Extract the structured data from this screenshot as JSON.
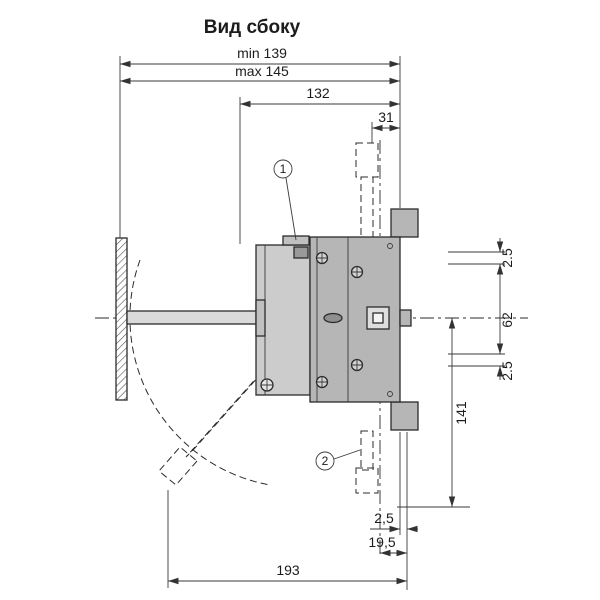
{
  "title": "Вид сбоку",
  "labels": {
    "dim_min": "min 139",
    "dim_max": "max 145",
    "dim_132": "132",
    "dim_31": "31",
    "dim_right_gap_top": "2.5",
    "dim_62": "62",
    "dim_right_gap_bottom": "2.5",
    "dim_141": "141",
    "dim_2_5_bottom": "2,5",
    "dim_19_5": "19,5",
    "dim_193": "193"
  },
  "callouts": {
    "item1": "1",
    "item2": "2"
  },
  "colors": {
    "line": "#2b2b2b",
    "dim": "#3a3a3a",
    "text": "#1c1c1c",
    "bg": "#ffffff",
    "body_fill": "#b6b6b6",
    "bracket_fill": "#cccccc",
    "shaft_fill": "#dadada"
  }
}
